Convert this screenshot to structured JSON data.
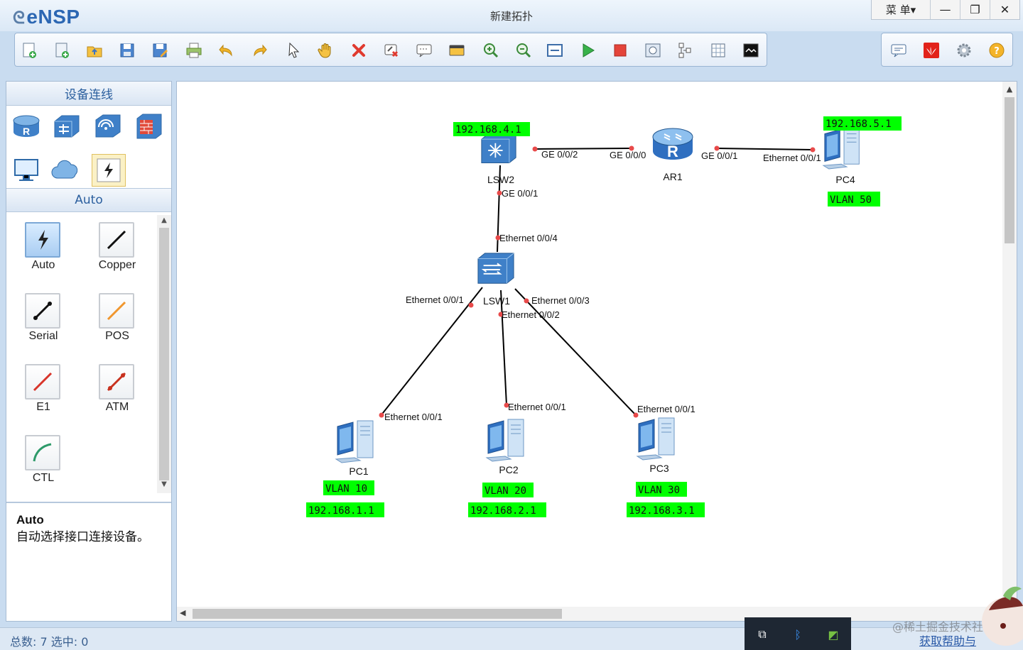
{
  "app": {
    "logo": "eNSP",
    "window_title": "新建拓扑",
    "menu_label": "菜 单▾",
    "minimize": "—",
    "restore": "❐",
    "close": "✕"
  },
  "left_panel": {
    "device_header": "设备连线",
    "connection_header": "Auto",
    "connections": [
      {
        "label": "Auto"
      },
      {
        "label": "Copper"
      },
      {
        "label": "Serial"
      },
      {
        "label": "POS"
      },
      {
        "label": "E1"
      },
      {
        "label": "ATM"
      },
      {
        "label": "CTL"
      }
    ],
    "description_title": "Auto",
    "description_text": "自动选择接口连接设备。"
  },
  "topology": {
    "devices": [
      {
        "name": "LSW2",
        "type": "switch-l3"
      },
      {
        "name": "AR1",
        "type": "router"
      },
      {
        "name": "PC4",
        "type": "pc"
      },
      {
        "name": "LSW1",
        "type": "switch"
      },
      {
        "name": "PC1",
        "type": "pc"
      },
      {
        "name": "PC2",
        "type": "pc"
      },
      {
        "name": "PC3",
        "type": "pc"
      }
    ],
    "port_labels": [
      "GE 0/0/2",
      "GE 0/0/0",
      "GE 0/0/1",
      "Ethernet 0/0/1",
      "GE 0/0/1",
      "Ethernet 0/0/4",
      "Ethernet 0/0/1",
      "Ethernet 0/0/3",
      "Ethernet 0/0/2",
      "Ethernet 0/0/1",
      "Ethernet 0/0/1",
      "Ethernet 0/0/1"
    ],
    "notes": [
      "192.168.4.1",
      "192.168.5.1",
      "VLAN 50",
      "VLAN 10",
      "VLAN 20",
      "VLAN 30",
      "192.168.1.1",
      "192.168.2.1",
      "192.168.3.1"
    ],
    "note_color": "#00ff00",
    "link_color": "#000000",
    "port_dot_color": "#e84a4a"
  },
  "status": {
    "text": "总数: 7 选中: 0",
    "help_link": "获取帮助与",
    "watermark": "@稀土掘金技术社区"
  }
}
